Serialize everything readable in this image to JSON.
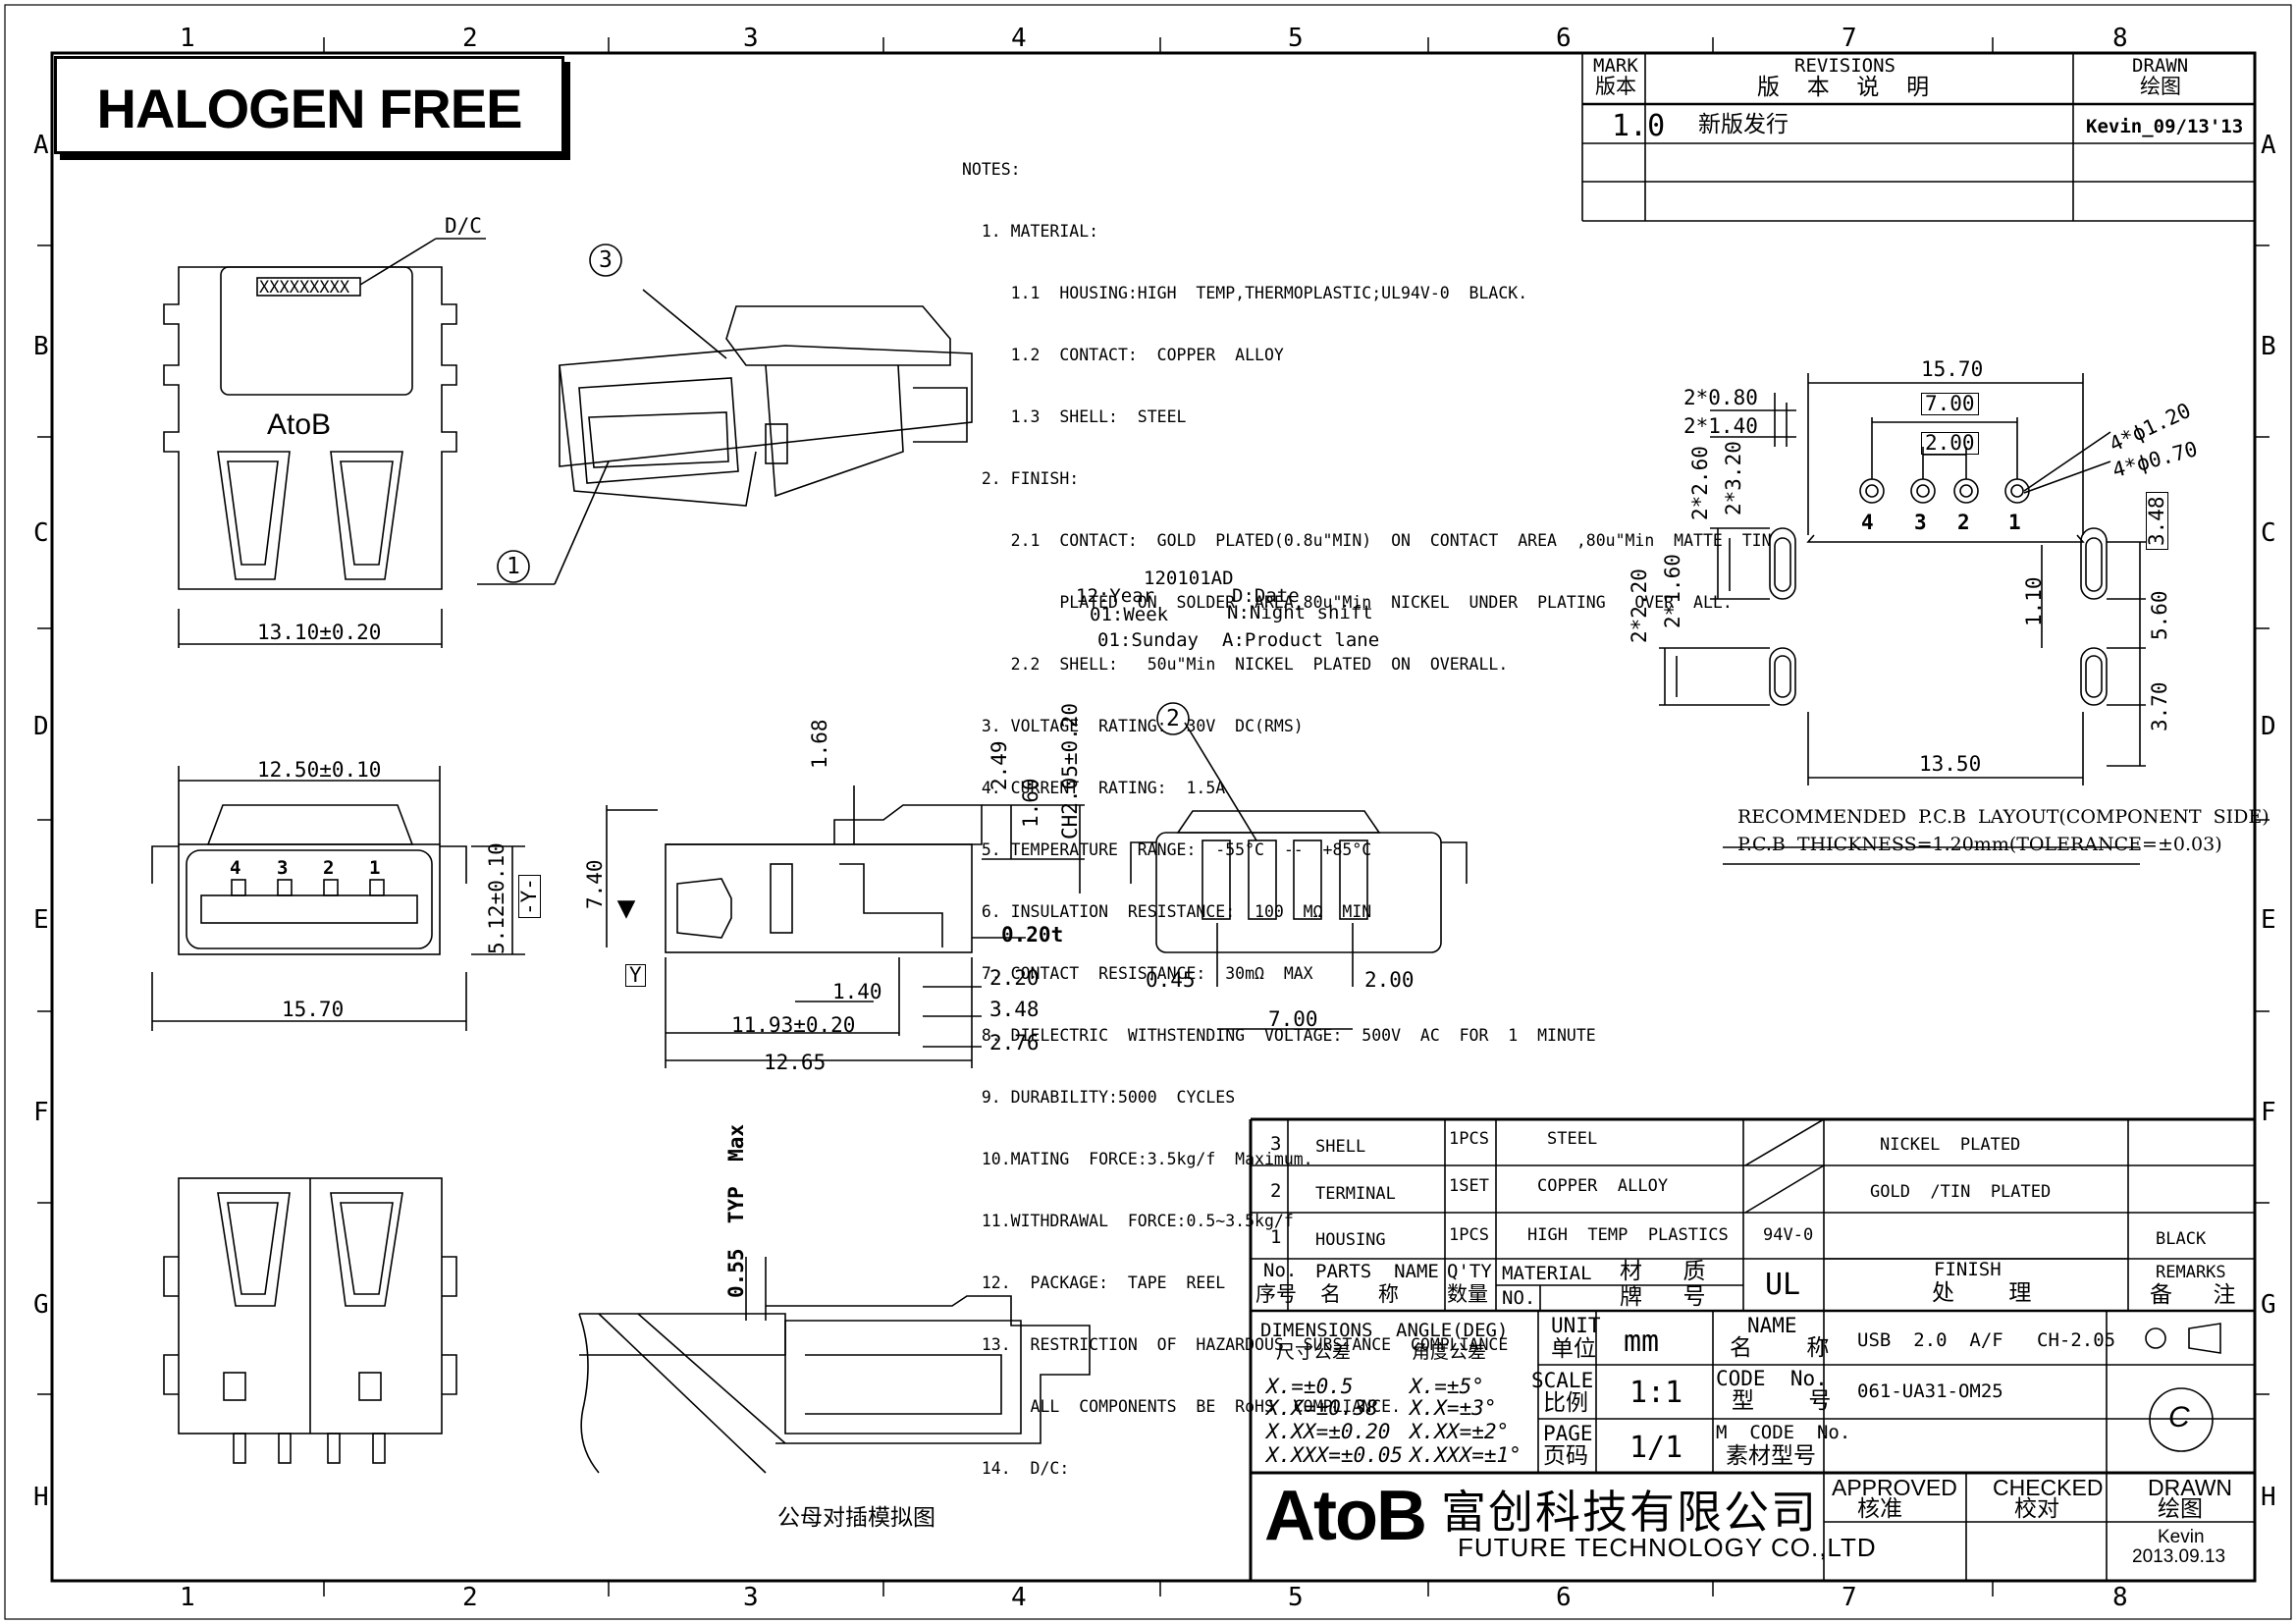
{
  "banner": "HALOGEN FREE",
  "grid": {
    "cols": [
      "1",
      "2",
      "3",
      "4",
      "5",
      "6",
      "7",
      "8"
    ],
    "rows": [
      "A",
      "B",
      "C",
      "D",
      "E",
      "F",
      "G",
      "H"
    ]
  },
  "revisions": {
    "mark_en": "MARK",
    "mark_cn": "版本",
    "rev_en": "REVISIONS",
    "rev_cn": "版  本  说  明",
    "drawn_en": "DRAWN",
    "drawn_cn": "绘图",
    "row_mark": "1.0",
    "row_desc": "新版发行",
    "row_drawn": "Kevin_09/13'13"
  },
  "notes": [
    "NOTES:",
    "  1. MATERIAL:",
    "     1.1  HOUSING:HIGH  TEMP,THERMOPLASTIC;UL94V-0  BLACK.",
    "     1.2  CONTACT:  COPPER  ALLOY",
    "     1.3  SHELL:  STEEL",
    "  2. FINISH:",
    "     2.1  CONTACT:  GOLD  PLATED(0.8u\"MIN)  ON  CONTACT  AREA  ,80u\"Min  MATTE  TIN",
    "          PLATED  ON  SOLDER  AREA,80u\"Min  NICKEL  UNDER  PLATING   OVER  ALL.",
    "     2.2  SHELL:   50u\"Min  NICKEL  PLATED  ON  OVERALL.",
    "  3. VOLTAGE  RATING:  30V  DC(RMS)",
    "  4. CURRENT  RATING:  1.5A",
    "  5. TEMPERATURE  RANGE:  -55°C  --  +85°C",
    "  6. INSULATION  RESISTANCE:  100  MΩ  MIN",
    "  7. CONTACT  RESISTANCE:  30mΩ  MAX",
    "  8. DIELECTRIC  WITHSTENDING  VOLTAGE:  500V  AC  FOR  1  MINUTE",
    "  9. DURABILITY:5000  CYCLES",
    "  10.MATING  FORCE:3.5kg/f  Maximum.",
    "  11.WITHDRAWAL  FORCE:0.5~3.5kg/f",
    "  12.  PACKAGE:  TAPE  REEL",
    "  13.  RESTRICTION  OF  HAZARDOUS  SUBSTANCE  COMPLIANCE",
    "       ALL  COMPONENTS  BE  RoHS  COMPLIANCE.",
    "  14.  D/C:"
  ],
  "dc_legend": {
    "code": "120101AD",
    "year": "12:Year",
    "week": "01:Week",
    "sunday": "01:Sunday",
    "date": "D:Date",
    "night": "N:Night shift",
    "lane": "A:Product lane"
  },
  "top_view": {
    "dc_label": "D/C",
    "marking": "XXXXXXXXX",
    "logo": "AtoB",
    "dim_width": "13.10±0.20",
    "balloon_1": "1",
    "balloon_3": "3"
  },
  "front_view": {
    "dim_top": "12.50±0.10",
    "dim_bottom": "15.70",
    "dim_side": "5.12±0.10",
    "datum": "-Y-",
    "pins": [
      "4",
      "3",
      "2",
      "1"
    ]
  },
  "side_view": {
    "dims": [
      "1.68",
      "2.49",
      "1.60",
      "CH2.05±0.20",
      "7.40",
      "0.20t",
      "2.20",
      "3.48",
      "2.76",
      "1.40",
      "11.93±0.20",
      "12.65"
    ],
    "datum": "Y"
  },
  "end_view": {
    "balloon": "2",
    "dims": [
      "0.45",
      "2.00",
      "7.00"
    ]
  },
  "pcb": {
    "dims_top": [
      "15.70",
      "7.00",
      "2.00"
    ],
    "dims_left": [
      "2*0.80",
      "2*1.40",
      "2*2.60",
      "2*3.20",
      "2*2.20",
      "2*1.60"
    ],
    "dims_right": [
      "4*ϕ1.20",
      "4*ϕ0.70",
      "3.48",
      "1.10",
      "5.60",
      "3.70"
    ],
    "dim_bottom": "13.50",
    "pins": [
      "4",
      "3",
      "2",
      "1"
    ],
    "caption_1": "RECOMMENDED  P.C.B  LAYOUT(COMPONENT  SIDE)",
    "caption_2": "P.C.B  THICKNESS=1.20mm(TOLERANCE=±0.03)"
  },
  "mating": {
    "dim": "0.55  TYP  Max",
    "caption": "公母对插模拟图"
  },
  "bom": [
    {
      "no": "3",
      "part": "SHELL",
      "qty": "1PCS",
      "material": "STEEL",
      "grade": "",
      "finish": "NICKEL  PLATED",
      "remark": ""
    },
    {
      "no": "2",
      "part": "TERMINAL",
      "qty": "1SET",
      "material": "COPPER  ALLOY",
      "grade": "",
      "finish": "GOLD  /TIN  PLATED",
      "remark": ""
    },
    {
      "no": "1",
      "part": "HOUSING",
      "qty": "1PCS",
      "material": "HIGH  TEMP  PLASTICS",
      "grade": "94V-0",
      "finish": "",
      "remark": "BLACK"
    }
  ],
  "bom_header": {
    "no": "No.",
    "no_cn": "序号",
    "part": "PARTS  NAME",
    "part_cn": "名   称",
    "qty": "Q'TY",
    "qty_cn": "数量",
    "material": "MATERIAL",
    "material_cn": "材   质",
    "no2": "NO.",
    "grade_cn": "牌   号",
    "ul": "UL",
    "finish": "FINISH",
    "finish_cn": "处    理",
    "remark": "REMARKS",
    "remark_cn": "备   注"
  },
  "title_block": {
    "dimensions": "DIMENSIONS",
    "dimensions_cn": "尺寸公差",
    "angle": "ANGLE(DEG)",
    "angle_cn": "角度公差",
    "tol_lin": [
      "X.=±0.5",
      "X.X=±0.38",
      "X.XX=±0.20",
      "X.XXX=±0.05"
    ],
    "tol_ang": [
      "X.=±5°",
      "X.X=±3°",
      "X.XX=±2°",
      "X.XXX=±1°"
    ],
    "unit": "UNIT",
    "unit_cn": "单位",
    "unit_val": "mm",
    "scale": "SCALE",
    "scale_cn": "比例",
    "scale_val": "1:1",
    "page": "PAGE",
    "page_cn": "页码",
    "page_val": "1/1",
    "name": "NAME",
    "name_cn": "名    称",
    "name_val": "USB  2.0  A/F   CH-2.05",
    "code": "CODE  No.",
    "code_cn": "型    号",
    "code_val": "061-UA31-OM25",
    "mcode": "M  CODE  No.",
    "mcode_cn": "素材型号",
    "mcode_val": "",
    "copyright": "C",
    "logo": "AtoB",
    "company_cn": "富创科技有限公司",
    "company_en": "FUTURE  TECHNOLOGY  CO.,LTD",
    "approved": "APPROVED",
    "approved_cn": "核准",
    "checked": "CHECKED",
    "checked_cn": "校对",
    "drawn": "DRAWN",
    "drawn_cn": "绘图",
    "drawn_by": "Kevin",
    "drawn_date": "2013.09.13"
  }
}
